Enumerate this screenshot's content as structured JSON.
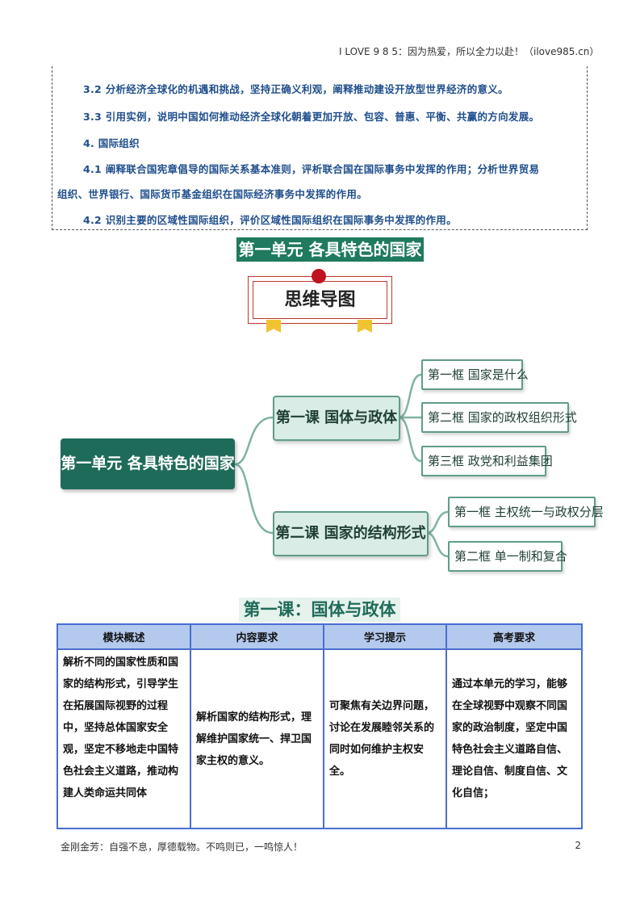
{
  "header": {
    "text": "I LOVE 9 8 5：因为热爱，所以全力以赴！（ilove985.cn）"
  },
  "standards": [
    "3.2 分析经济全球化的机遇和挑战，坚持正确义利观，阐释推动建设开放型世界经济的意义。",
    "3.3 引用实例，说明中国如何推动经济全球化朝着更加开放、包容、普惠、平衡、共赢的方向发展。",
    "4. 国际组织",
    "4.1 阐释联合国宪章倡导的国际关系基本准则，评析联合国在国际事务中发挥的作用；分析世界贸易",
    "组织、世界银行、国际货币基金组织在国际经济事务中发挥的作用。",
    "4.2 识别主要的区域性国际组织，评价区域性国际组织在国际事务中发挥的作用。"
  ],
  "unit_title": "第一单元  各具特色的国家",
  "mindmap": {
    "badge": "思维导图",
    "root": "第一单元  各具特色的国家",
    "lesson1": {
      "title": "第一课 国体与政体",
      "items": [
        "第一框 国家是什么",
        "第二框 国家的政权组织形式",
        "第三框 政党和利益集团"
      ]
    },
    "lesson2": {
      "title": "第二课 国家的结构形式",
      "items": [
        "第一框 主权统一与政权分层",
        "第二框 单一制和复合"
      ]
    }
  },
  "lesson_title": "第一课：国体与政体",
  "table": {
    "headers": [
      "模块概述",
      "内容要求",
      "学习提示",
      "高考要求"
    ],
    "cells": [
      "解析不同的国家性质和国家的结构形式，引导学生在拓展国际视野的过程中，坚持总体国家安全观，坚定不移地走中国特色社会主义道路，推动构建人类命运共同体",
      "解析国家的结构形式，理解维护国家统一、捍卫国家主权的意义。",
      "可聚焦有关边界问题，讨论在发展睦邻关系的同时如何维护主权安全。",
      "通过本单元的学习，能够在全球视野中观察不同国家的政治制度，坚定中国特色社会主义道路自信、理论自信、制度自信、文化自信；"
    ]
  },
  "footer": {
    "motto": "金刚金芳：自强不息，厚德载物。不鸣则已，一鸣惊人！",
    "page_number": "2"
  }
}
